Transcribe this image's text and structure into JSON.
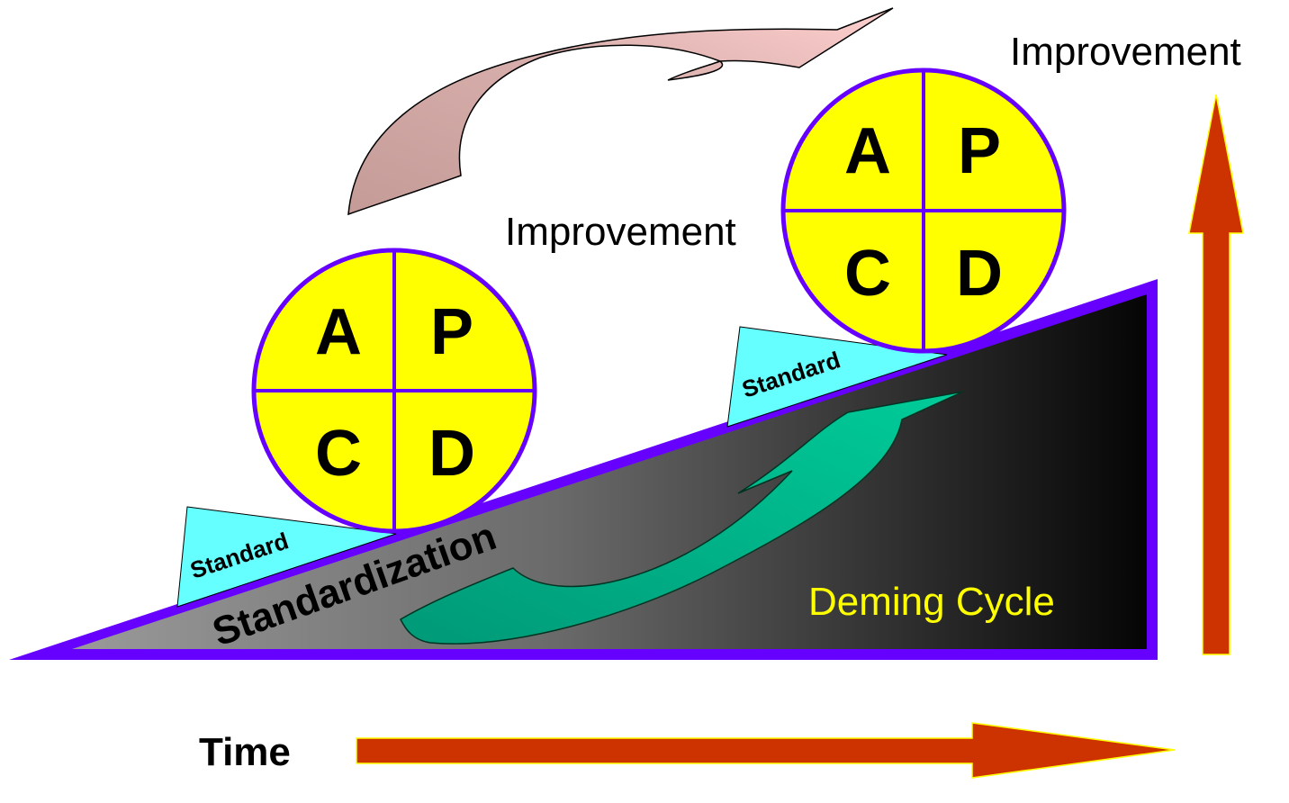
{
  "diagram": {
    "title_improvement": "Improvement",
    "mid_improvement": "Improvement",
    "slope_label": "Standardization",
    "cycle_label": "Deming Cycle",
    "time_label": "Time",
    "wheel_letters": {
      "top_left": "A",
      "top_right": "P",
      "bottom_left": "C",
      "bottom_right": "D"
    },
    "wedge_label": "Standard"
  },
  "colors": {
    "wheel_fill": "#ffff00",
    "wheel_stroke": "#6600ff",
    "wedge_fill": "#66ffff",
    "ramp_border": "#6600ff",
    "arrow_red": "#cc3300",
    "arrow_outline": "#ffff00",
    "curve_top": "#c9a19e",
    "curve_top_tip": "#ffcccc",
    "curve_green_light": "#00cc99",
    "curve_green_dark": "#009977",
    "cycle_text": "#ffff00"
  }
}
